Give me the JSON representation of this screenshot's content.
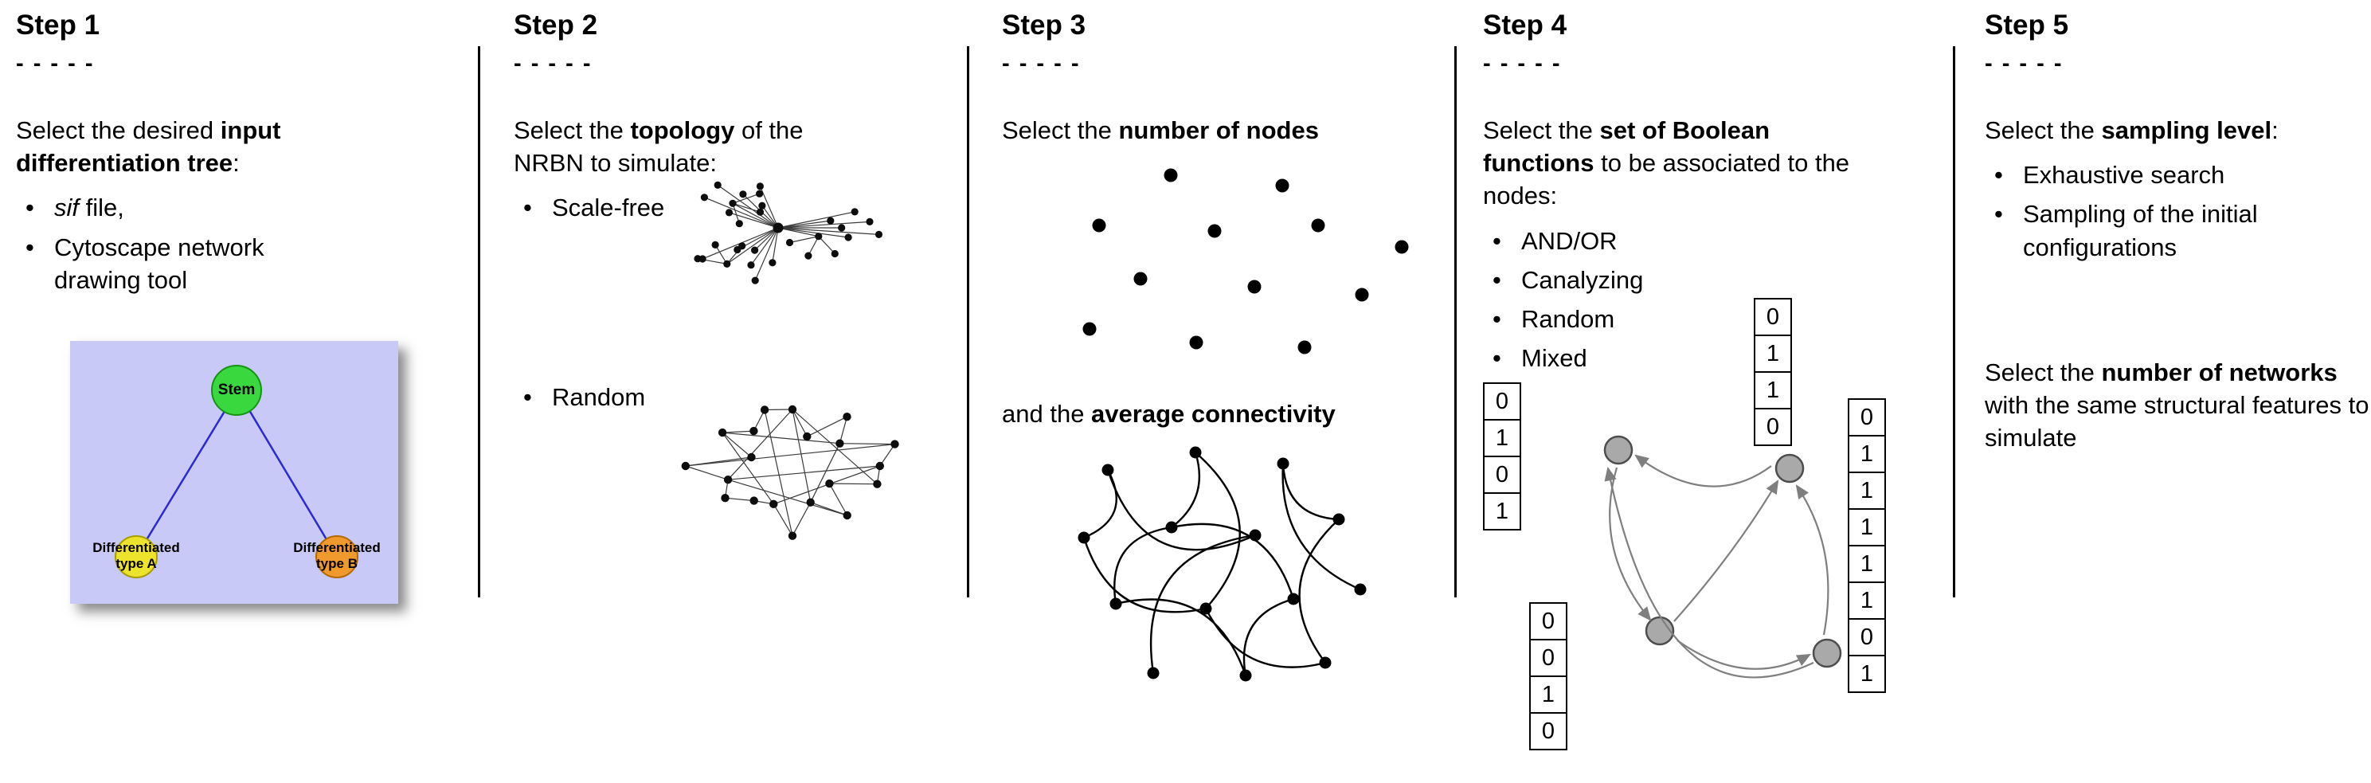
{
  "colors": {
    "tree_box_bg": "#c9c9f7",
    "stem_green": "#38d83e",
    "type_a_yellow": "#eee32c",
    "type_b_orange": "#f09a2d",
    "tree_edge_blue": "#2a2ad0",
    "boolean_node_gray": "#a9a9a9",
    "arrow_gray": "#7f7f7f"
  },
  "step1": {
    "title": "Step 1",
    "dashes": "- - - - -",
    "intro_pre": "Select the desired ",
    "intro_bold": "input differentiation tree",
    "intro_post": ":",
    "bullets": {
      "b1_italic": "sif",
      "b1_rest": " file,",
      "b2": "Cytoscape network drawing tool"
    },
    "tree": {
      "stem_label": "Stem",
      "type_a_line1": "Differentiated",
      "type_a_line2": "type A",
      "type_b_line1": "Differentiated",
      "type_b_line2": "type B"
    }
  },
  "step2": {
    "title": "Step 2",
    "dashes": "- - - - -",
    "intro_pre": "Select the ",
    "intro_bold": "topology",
    "intro_post": " of the NRBN to simulate:",
    "bullet1": "Scale-free",
    "bullet2": "Random"
  },
  "step3": {
    "title": "Step 3",
    "dashes": "- - - - -",
    "line1_pre": "Select the ",
    "line1_bold": "number of nodes",
    "line2_pre": "and the ",
    "line2_bold": "average connectivity"
  },
  "step4": {
    "title": "Step 4",
    "dashes": "- - - - -",
    "intro_pre": "Select the ",
    "intro_bold": "set of Boolean functions",
    "intro_post": " to be associated to the nodes:",
    "bullets": [
      "AND/OR",
      "Canalyzing",
      "Random",
      "Mixed"
    ],
    "truth_tables": {
      "left": [
        "0",
        "1",
        "0",
        "1"
      ],
      "top": [
        "0",
        "1",
        "1",
        "0"
      ],
      "right": [
        "0",
        "1",
        "1",
        "1",
        "1",
        "1",
        "0",
        "1"
      ],
      "bottom_left": [
        "0",
        "0",
        "1",
        "0"
      ]
    }
  },
  "step5": {
    "title": "Step 5",
    "dashes": "- - - - -",
    "intro_pre": "Select the ",
    "intro_bold": "sampling level",
    "intro_post": ":",
    "bullet1": "Exhaustive search",
    "bullet2": "Sampling of the initial configurations",
    "para2_pre": "Select the ",
    "para2_bold": "number of networks",
    "para2_post": " with the same structural features to simulate"
  }
}
